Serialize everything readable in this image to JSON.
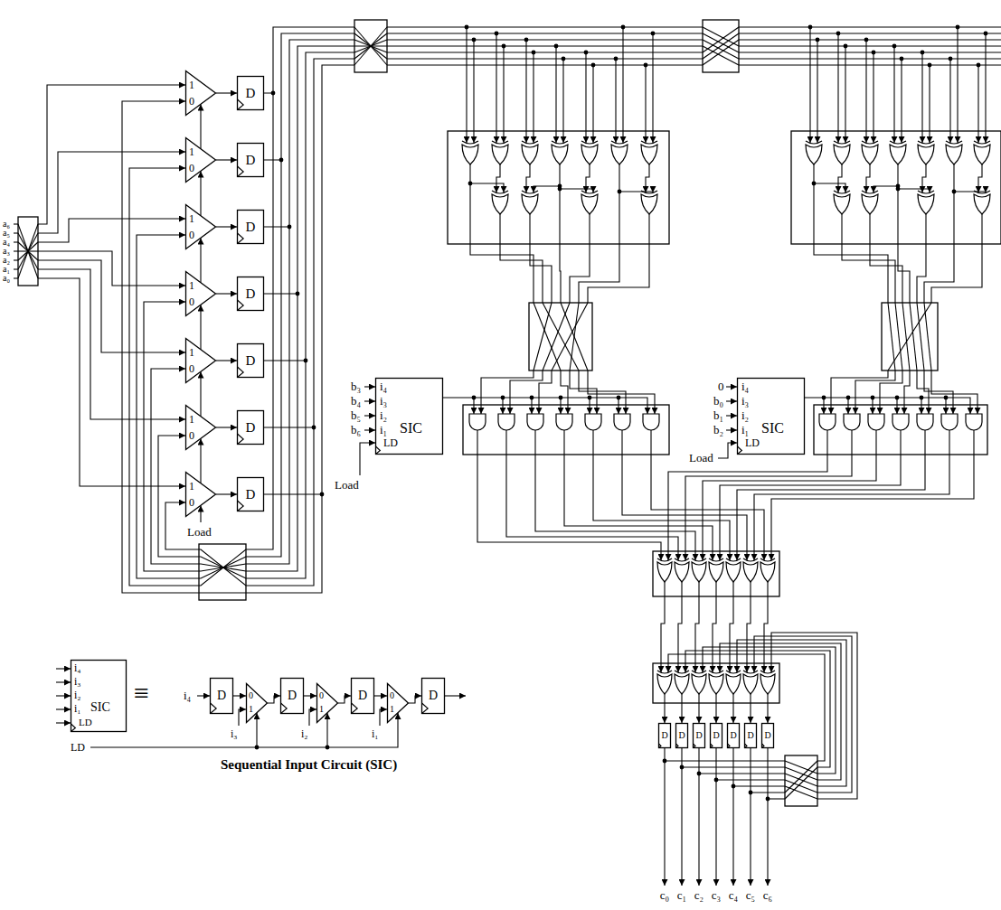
{
  "diagram": {
    "nodes": [
      {
        "text": [
          "1",
          "0"
        ]
      },
      {
        "text": [
          "D"
        ]
      },
      {
        "text": [
          "1",
          "0"
        ]
      },
      {
        "text": [
          "D"
        ]
      },
      {
        "text": [
          "1",
          "0"
        ]
      },
      {
        "text": [
          "D"
        ]
      },
      {
        "text": [
          "1",
          "0"
        ]
      },
      {
        "text": [
          "D"
        ]
      },
      {
        "text": [
          "1",
          "0"
        ]
      },
      {
        "text": [
          "D"
        ]
      },
      {
        "text": [
          "1",
          "0"
        ]
      },
      {
        "text": [
          "D"
        ]
      },
      {
        "text": [
          "1",
          "0"
        ]
      },
      {
        "text": [
          "D"
        ]
      },
      {
        "text": [
          "i₄",
          "i₃",
          "i₂",
          "i₁",
          "SIC",
          "LD"
        ]
      },
      {
        "text": [
          "i₄",
          "i₃",
          "i₂",
          "i₁",
          "SIC",
          "LD"
        ]
      },
      {
        "text": [
          "D"
        ]
      },
      {
        "text": [
          "D"
        ]
      },
      {
        "text": [
          "D"
        ]
      },
      {
        "text": [
          "D"
        ]
      },
      {
        "text": [
          "D"
        ]
      },
      {
        "text": [
          "D"
        ]
      },
      {
        "text": [
          "D"
        ]
      },
      {
        "text": [
          "i₄",
          "i₃",
          "i₂",
          "i₁",
          "SIC",
          "LD"
        ]
      },
      {
        "text": [
          "D"
        ]
      },
      {
        "text": [
          "0",
          "1"
        ]
      },
      {
        "text": [
          "D"
        ]
      },
      {
        "text": [
          "0",
          "1"
        ]
      },
      {
        "text": [
          "D"
        ]
      },
      {
        "text": [
          "0",
          "1"
        ]
      },
      {
        "text": [
          "D"
        ]
      }
    ],
    "edges": [
      {
        "from": 0,
        "to": 1,
        "arrow": "to"
      },
      {
        "from": 2,
        "to": 3,
        "arrow": "to"
      },
      {
        "from": 4,
        "to": 5,
        "arrow": "to"
      },
      {
        "from": 6,
        "to": 7,
        "arrow": "to"
      },
      {
        "from": 8,
        "to": 9,
        "arrow": "to"
      },
      {
        "from": 10,
        "to": 11,
        "arrow": "to"
      },
      {
        "from": 12,
        "to": 13,
        "arrow": "to"
      },
      {
        "from": 1,
        "to": 2,
        "arrow": "to"
      },
      {
        "from": 3,
        "to": 4,
        "arrow": "to"
      },
      {
        "from": 5,
        "to": 6,
        "arrow": "to"
      },
      {
        "from": 7,
        "to": 8,
        "arrow": "to"
      },
      {
        "from": 9,
        "to": 10,
        "arrow": "to"
      },
      {
        "from": 11,
        "to": 12,
        "arrow": "to"
      },
      {
        "from": 13,
        "to": 0,
        "arrow": "to"
      },
      {
        "from": 24,
        "to": 25,
        "arrow": "to"
      },
      {
        "from": 25,
        "to": 26,
        "arrow": "to"
      },
      {
        "from": 26,
        "to": 27,
        "arrow": "to"
      },
      {
        "from": 27,
        "to": 28,
        "arrow": "to"
      },
      {
        "from": 28,
        "to": 29,
        "arrow": "to"
      },
      {
        "from": 29,
        "to": 30,
        "arrow": "to"
      }
    ],
    "labels": [
      "a₆",
      "a₅",
      "a₄",
      "a₃",
      "a₂",
      "a₁",
      "a₀",
      "Load",
      "b₃",
      "b₄",
      "b₅",
      "b₆",
      "Load",
      "0",
      "b₀",
      "b₁",
      "b₂",
      "Load",
      "≡",
      "i₄",
      "i₃",
      "i₂",
      "i₁",
      "LD",
      "Sequential Input Circuit (SIC)",
      "c₀",
      "c₁",
      "c₂",
      "c₃",
      "c₄",
      "c₅",
      "c₆"
    ]
  }
}
